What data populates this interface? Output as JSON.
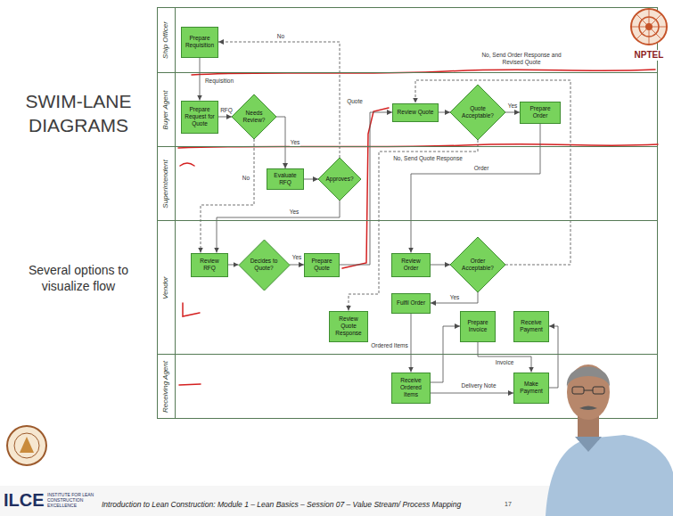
{
  "diagram": {
    "title": "SWIM-LANE DIAGRAMS",
    "nodes": [
      {
        "text": [
          "Ship Officer"
        ]
      },
      {
        "text": [
          "Prepare Requisition"
        ],
        "in": 0
      },
      {
        "text": [
          "Buyer Agent"
        ]
      },
      {
        "text": [
          "Prepare Request for Quote"
        ],
        "in": 2
      },
      {
        "text": [
          "Needs Review?"
        ],
        "in": 2
      },
      {
        "text": [
          "Review Quote"
        ],
        "in": 2
      },
      {
        "text": [
          "Quote Acceptable?"
        ],
        "in": 2
      },
      {
        "text": [
          "Prepare Order"
        ],
        "in": 2
      },
      {
        "text": [
          "Superintendent"
        ]
      },
      {
        "text": [
          "Evaluate RFQ"
        ],
        "in": 8
      },
      {
        "text": [
          "Approves?"
        ],
        "in": 8
      },
      {
        "text": [
          "Vendor"
        ]
      },
      {
        "text": [
          "Review RFQ"
        ],
        "in": 11
      },
      {
        "text": [
          "Decides to Quote?"
        ],
        "in": 11
      },
      {
        "text": [
          "Prepare Quote"
        ],
        "in": 11
      },
      {
        "text": [
          "Review Order"
        ],
        "in": 11
      },
      {
        "text": [
          "Order Acceptable?"
        ],
        "in": 11
      },
      {
        "text": [
          "Fulfil Order"
        ],
        "in": 11
      },
      {
        "text": [
          "Review Quote Response"
        ],
        "in": 11
      },
      {
        "text": [
          "Prepare Invoice"
        ],
        "in": 11
      },
      {
        "text": [
          "Receive Payment"
        ],
        "in": 11
      },
      {
        "text": [
          "Receiving Agent"
        ]
      },
      {
        "text": [
          "Receive Ordered Items"
        ],
        "in": 21
      },
      {
        "text": [
          "Make Payment"
        ],
        "in": 21
      }
    ],
    "edges": [
      {
        "from": 1,
        "to": 3,
        "label": "Requisition",
        "arrow": "to"
      },
      {
        "from": 3,
        "to": 4,
        "label": "RFQ",
        "arrow": "to"
      },
      {
        "from": 4,
        "to": 9,
        "label": "Yes",
        "arrow": "to"
      },
      {
        "from": 4,
        "to": 12,
        "label": "No",
        "arrow": "to"
      },
      {
        "from": 9,
        "to": 10,
        "arrow": "to"
      },
      {
        "from": 10,
        "to": 12,
        "label": "Yes",
        "arrow": "to"
      },
      {
        "from": 10,
        "to": 1,
        "label": "No",
        "arrow": "to"
      },
      {
        "from": 12,
        "to": 13,
        "arrow": "to"
      },
      {
        "from": 13,
        "to": 14,
        "label": "Yes",
        "arrow": "to"
      },
      {
        "from": 14,
        "to": 5,
        "label": "Quote",
        "arrow": "to"
      },
      {
        "from": 5,
        "to": 6,
        "arrow": "to"
      },
      {
        "from": 6,
        "to": 7,
        "label": "Yes",
        "arrow": "to"
      },
      {
        "from": 6,
        "to": 18,
        "label": "No, Send Quote Response",
        "arrow": "to"
      },
      {
        "from": 7,
        "to": 15,
        "label": "Order",
        "arrow": "to"
      },
      {
        "from": 15,
        "to": 16,
        "arrow": "to"
      },
      {
        "from": 16,
        "to": 17,
        "label": "Yes",
        "arrow": "to"
      },
      {
        "from": 16,
        "to": 5,
        "label": "No, Send Order Response and Revised Quote",
        "arrow": "to"
      },
      {
        "from": 17,
        "to": 22,
        "label": "Ordered Items",
        "arrow": "to"
      },
      {
        "from": 22,
        "to": 19,
        "arrow": "to"
      },
      {
        "from": 22,
        "to": 23,
        "label": "Delivery Note",
        "arrow": "to"
      },
      {
        "from": 19,
        "to": 23,
        "label": "Invoice",
        "arrow": "to"
      },
      {
        "from": 23,
        "to": 20,
        "arrow": "to"
      }
    ],
    "labels": [
      "Several options to visualize flow",
      "NPTEL",
      "ILCE",
      "INSTITUTE FOR LEAN CONSTRUCTION EXCELLENCE",
      "Introduction to Lean Construction: Module 1 – Lean Basics – Session 07 – Value Stream/ Process Mapping",
      "17"
    ]
  }
}
